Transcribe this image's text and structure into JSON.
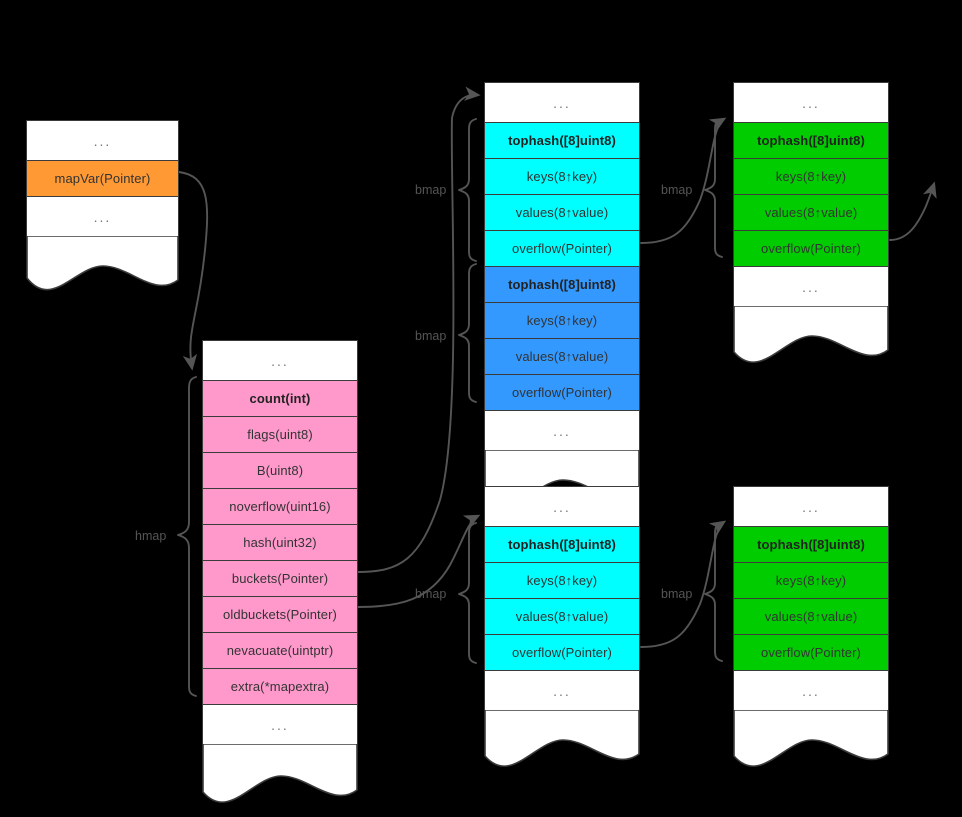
{
  "meta": {
    "title": "Go map runtime memory layout (hmap / bmap)",
    "ellipsis": "...",
    "colors": {
      "background": "#000000",
      "orange": "#ff9933",
      "pink": "#ff99cc",
      "cyan": "#00ffff",
      "blue": "#3399ff",
      "green": "#00cc00",
      "border": "#3b3b3b",
      "arrow": "#555555",
      "text": "#333333"
    }
  },
  "stack_box": {
    "name": "stack-frame",
    "rows": [
      {
        "label": "...",
        "style": "ellipsis"
      },
      {
        "label": "mapVar(Pointer)",
        "style": "orange"
      },
      {
        "label": "...",
        "style": "ellipsis"
      }
    ],
    "torn_bottom": true
  },
  "hmap_box": {
    "name": "hmap-struct",
    "brace_label": "hmap",
    "rows": [
      {
        "label": "...",
        "style": "ellipsis"
      },
      {
        "label": "count(int)",
        "style": "pink",
        "bold": true
      },
      {
        "label": "flags(uint8)",
        "style": "pink"
      },
      {
        "label": "B(uint8)",
        "style": "pink"
      },
      {
        "label": "noverflow(uint16)",
        "style": "pink"
      },
      {
        "label": "hash(uint32)",
        "style": "pink"
      },
      {
        "label": "buckets(Pointer)",
        "style": "pink"
      },
      {
        "label": "oldbuckets(Pointer)",
        "style": "pink"
      },
      {
        "label": "nevacuate(uintptr)",
        "style": "pink"
      },
      {
        "label": "extra(*mapextra)",
        "style": "pink"
      },
      {
        "label": "...",
        "style": "ellipsis"
      }
    ],
    "torn_bottom": true
  },
  "buckets_box": {
    "name": "buckets-array",
    "brace_label_1": "bmap",
    "brace_label_2": "bmap",
    "rows": [
      {
        "label": "...",
        "style": "ellipsis"
      },
      {
        "label": "tophash([8]uint8)",
        "style": "cyan",
        "bold": true
      },
      {
        "label": "keys(8↑key)",
        "style": "cyan"
      },
      {
        "label": "values(8↑value)",
        "style": "cyan"
      },
      {
        "label": "overflow(Pointer)",
        "style": "cyan"
      },
      {
        "label": "tophash([8]uint8)",
        "style": "blue",
        "bold": true
      },
      {
        "label": "keys(8↑key)",
        "style": "blue"
      },
      {
        "label": "values(8↑value)",
        "style": "blue"
      },
      {
        "label": "overflow(Pointer)",
        "style": "blue"
      },
      {
        "label": "...",
        "style": "ellipsis"
      }
    ],
    "torn_bottom": true
  },
  "overflow_top_box": {
    "name": "overflow-bucket-top",
    "brace_label": "bmap",
    "rows": [
      {
        "label": "...",
        "style": "ellipsis"
      },
      {
        "label": "tophash([8]uint8)",
        "style": "green",
        "bold": true
      },
      {
        "label": "keys(8↑key)",
        "style": "green"
      },
      {
        "label": "values(8↑value)",
        "style": "green"
      },
      {
        "label": "overflow(Pointer)",
        "style": "green"
      },
      {
        "label": "...",
        "style": "ellipsis"
      }
    ],
    "torn_bottom": true
  },
  "oldbuckets_box": {
    "name": "oldbuckets-array",
    "brace_label": "bmap",
    "rows": [
      {
        "label": "...",
        "style": "ellipsis"
      },
      {
        "label": "tophash([8]uint8)",
        "style": "cyan",
        "bold": true
      },
      {
        "label": "keys(8↑key)",
        "style": "cyan"
      },
      {
        "label": "values(8↑value)",
        "style": "cyan"
      },
      {
        "label": "overflow(Pointer)",
        "style": "cyan"
      },
      {
        "label": "...",
        "style": "ellipsis"
      }
    ],
    "torn_bottom": true
  },
  "overflow_bottom_box": {
    "name": "overflow-bucket-bottom",
    "brace_label": "bmap",
    "rows": [
      {
        "label": "...",
        "style": "ellipsis"
      },
      {
        "label": "tophash([8]uint8)",
        "style": "green",
        "bold": true
      },
      {
        "label": "keys(8↑key)",
        "style": "green"
      },
      {
        "label": "values(8↑value)",
        "style": "green"
      },
      {
        "label": "overflow(Pointer)",
        "style": "green"
      },
      {
        "label": "...",
        "style": "ellipsis"
      }
    ],
    "torn_bottom": true
  },
  "connectors": [
    {
      "name": "mapvar-to-hmap",
      "from": "mapVar(Pointer)",
      "to": "hmap"
    },
    {
      "name": "buckets-to-buckets-array",
      "from": "buckets(Pointer)",
      "to": "buckets-array"
    },
    {
      "name": "oldbuckets-to-oldbuckets-array",
      "from": "oldbuckets(Pointer)",
      "to": "oldbuckets-array"
    },
    {
      "name": "overflow-top-to-green-top",
      "from": "overflow(Pointer)",
      "to": "overflow-bucket-top"
    },
    {
      "name": "overflow-bottom-to-green-bottom",
      "from": "overflow(Pointer)",
      "to": "overflow-bucket-bottom"
    },
    {
      "name": "green-top-overflow-out",
      "from": "overflow(Pointer)",
      "to": ""
    }
  ]
}
